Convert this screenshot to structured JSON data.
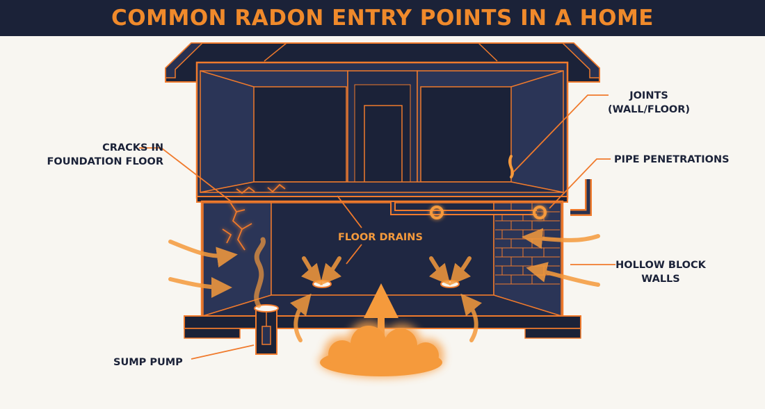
{
  "title": "COMMON RADON ENTRY POINTS IN A HOME",
  "colors": {
    "navy": "#1b2238",
    "house_fill": "#283151",
    "outline": "#f07a2c",
    "glow": "#f59a3c",
    "label_text": "#1b2238",
    "background": "#f8f6f1"
  },
  "labels": {
    "joints": [
      "JOINTS",
      "(WALL/FLOOR)"
    ],
    "cracks": [
      "CRACKS IN",
      "FOUNDATION FLOOR"
    ],
    "pipe_penetrations": "PIPE PENETRATIONS",
    "floor_drains": "FLOOR DRAINS",
    "hollow_block_walls": [
      "HOLLOW BLOCK",
      "WALLS"
    ],
    "sump_pump": "SUMP PUMP"
  }
}
